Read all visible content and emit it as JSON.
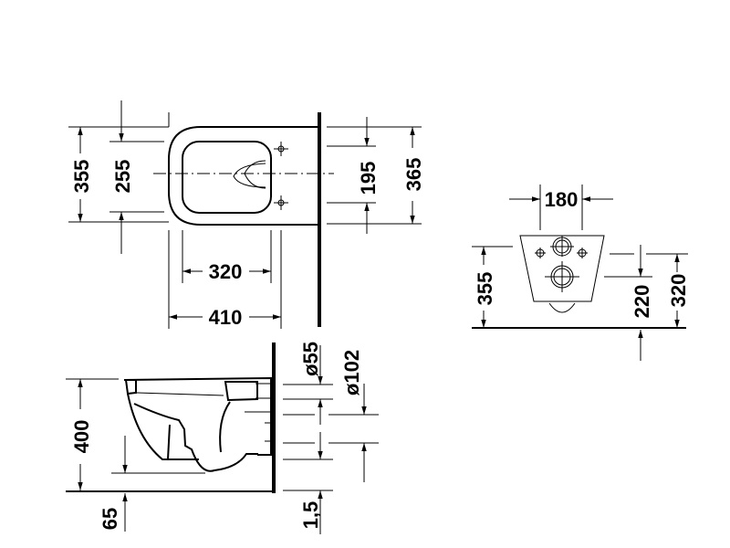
{
  "drawing": {
    "top_view": {
      "dims": {
        "d355": "355",
        "d255": "255",
        "d195": "195",
        "d365": "365",
        "d320": "320",
        "d410": "410"
      }
    },
    "front_view": {
      "dims": {
        "d180": "180",
        "d355": "355",
        "d220": "220",
        "d320": "320"
      }
    },
    "side_view": {
      "dims": {
        "d55": "ø55",
        "d102": "ø102",
        "d400": "400",
        "d65": "65",
        "d115": "1,5"
      }
    }
  }
}
